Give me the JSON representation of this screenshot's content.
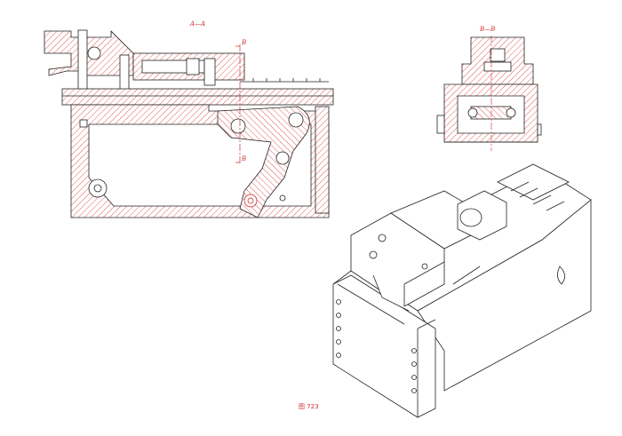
{
  "labels": {
    "section_a": "A—A",
    "section_b": "B—B",
    "cut_top": "B",
    "cut_bottom": "B"
  },
  "caption": "图 723",
  "colors": {
    "hatch": "#e05a5a",
    "line": "#222222",
    "centerline": "#d12a2a"
  }
}
